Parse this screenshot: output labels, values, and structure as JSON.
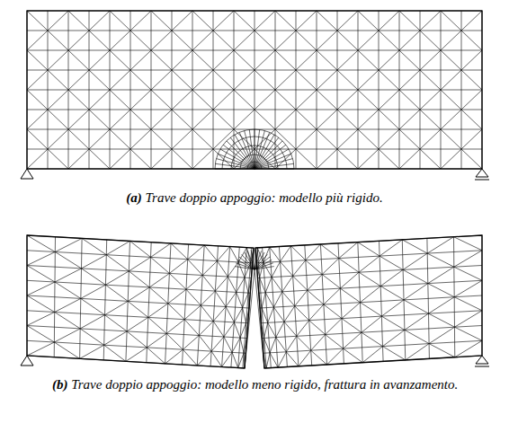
{
  "diagram": {
    "labels": [
      "(a)",
      "Trave doppio appoggio: modello più rigido.",
      "(b)",
      "Trave doppio appoggio: modello meno rigido, frattura in avanzamento."
    ]
  }
}
